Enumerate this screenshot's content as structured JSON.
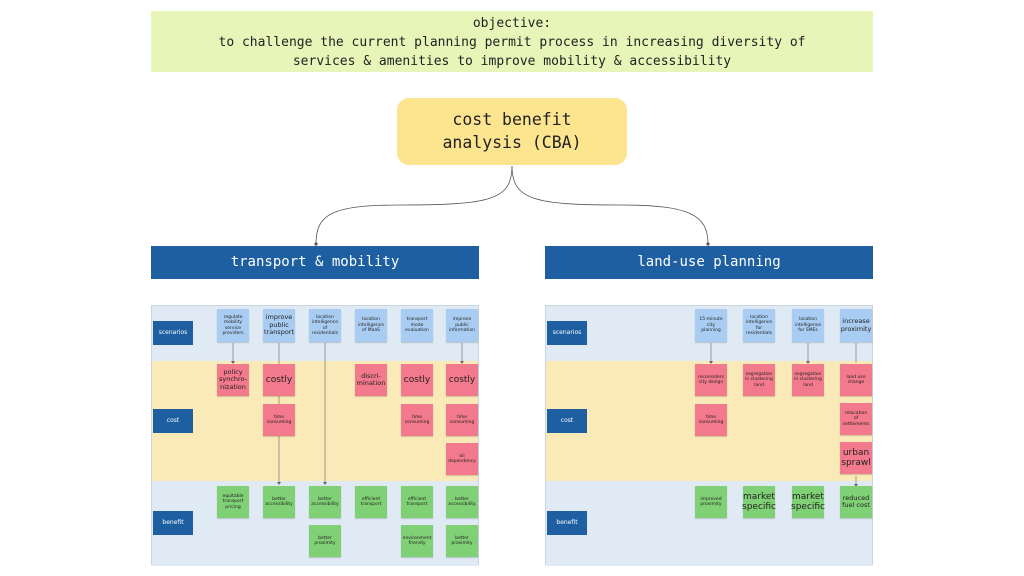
{
  "objective": {
    "line1": "objective:",
    "line2": "to challenge the current planning permit process in increasing diversity of",
    "line3": "services & amenities to improve mobility & accessibility"
  },
  "cba": {
    "line1": "cost benefit",
    "line2": "analysis (CBA)"
  },
  "left": {
    "title": "transport & mobility",
    "row_labels": {
      "scenarios": "scenarios",
      "cost": "cost",
      "benefit": "benefit"
    },
    "scenarios": [
      "regulate mobility service providers",
      "improve public transport",
      "location intelligence of residentials",
      "location intelligence of MaaS",
      "transport mode evaluation",
      "improve public information"
    ],
    "costs": [
      "policy synchro-nization",
      "costly",
      "time consuming",
      "discri-mination",
      "costly",
      "time consuming",
      "costly",
      "time consuming",
      "oil dependency"
    ],
    "benefits": [
      "equitable transport pricing",
      "better accessibility",
      "better accessibility",
      "better proximity",
      "efficient transport",
      "efficient transport",
      "environment friendly",
      "better accessibility",
      "better proximity"
    ]
  },
  "right": {
    "title": "land-use planning",
    "row_labels": {
      "scenarios": "scenarios",
      "cost": "cost",
      "benefit": "benefit"
    },
    "scenarios": [
      "15-minute city planning",
      "location intelligence for residentials",
      "location intelligence for SMEs",
      "increase proximity"
    ],
    "costs": [
      "reconsiders city design",
      "time consuming",
      "segregation in clustering land",
      "segregation in clustering land",
      "land use change",
      "relocation of settlements",
      "urban sprawl"
    ],
    "benefits": [
      "improved proximity",
      "market specific",
      "market specific",
      "reduced fuel cost"
    ]
  },
  "colors": {
    "objective_bg": "#e8f5b8",
    "cba_bg": "#fde48f",
    "header_bg": "#1d5fa0",
    "scenario_note": "#a9cdf2",
    "cost_note": "#f27a8c",
    "benefit_note": "#80d075"
  }
}
